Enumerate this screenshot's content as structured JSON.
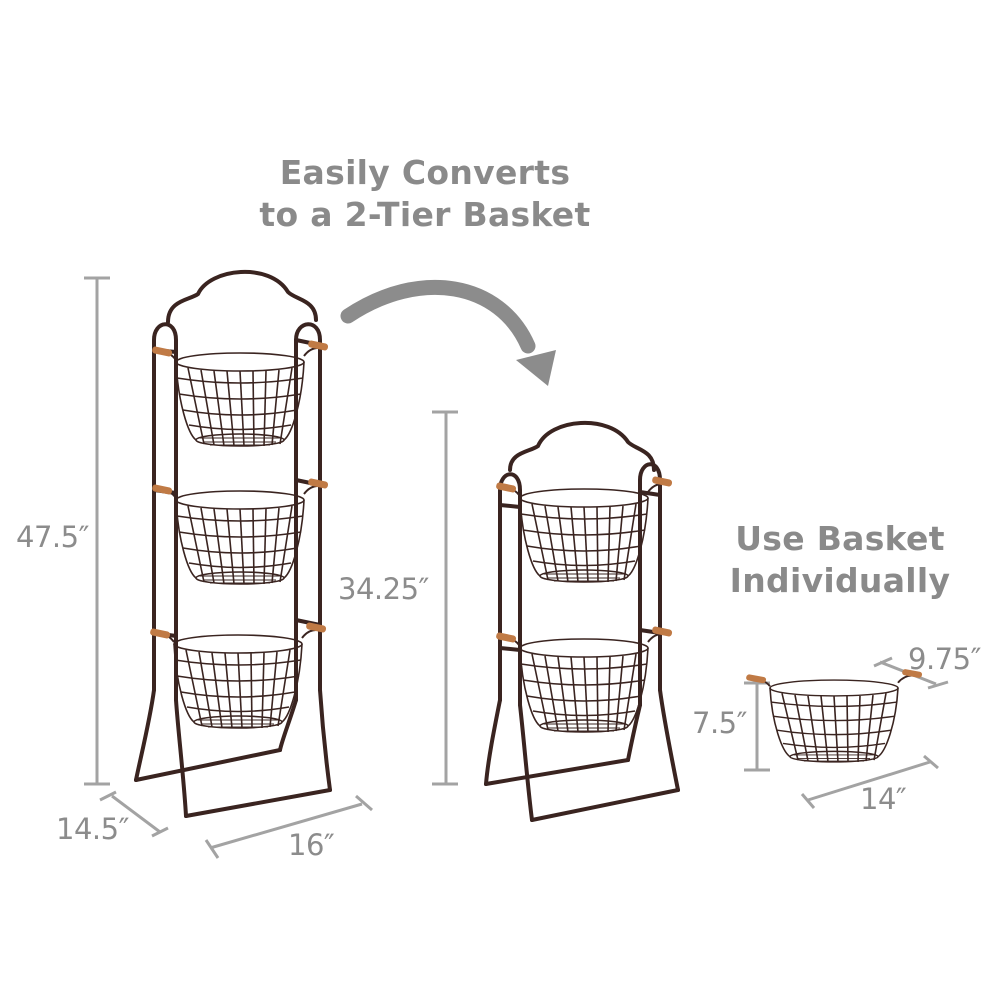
{
  "headline": {
    "line1": "Easily Converts",
    "line2": "to a 2-Tier Basket"
  },
  "side_caption": {
    "line1": "Use Basket",
    "line2": "Individually"
  },
  "products": [
    {
      "name": "3-tier basket stand",
      "dimensions": {
        "height": "47.5″",
        "depth": "14.5″",
        "width": "16″"
      }
    },
    {
      "name": "2-tier basket stand",
      "dimensions": {
        "height": "34.25″"
      }
    },
    {
      "name": "single basket",
      "dimensions": {
        "height": "7.5″",
        "depth": "9.75″",
        "width": "14″"
      }
    }
  ],
  "icons": {
    "arrow": "curved-arrow-right-down"
  },
  "colors": {
    "text_gray": "#8a8a8a",
    "dim_line_gray": "#a0a0a0",
    "metal_bronze": "#3a2420",
    "wood_handle": "#c07a45",
    "arrow_gray": "#8c8c8c",
    "background": "#ffffff"
  }
}
